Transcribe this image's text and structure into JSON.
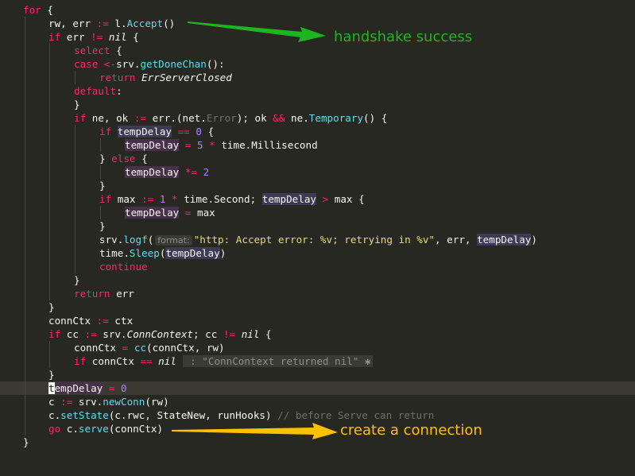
{
  "colors": {
    "background": "#272822",
    "keyword": "#f92672",
    "function": "#66d9ef",
    "number": "#ae81ff",
    "string": "#e6db74",
    "comment": "#75715e",
    "annotation_green": "#1fb51f",
    "annotation_yellow": "#ffc000"
  },
  "code": {
    "l1": {
      "kw": "for",
      "rest": " {"
    },
    "l2": {
      "a": "rw, err ",
      "op": ":=",
      "b": " l.",
      "fn": "Accept",
      "c": "()"
    },
    "l3": {
      "kw": "if",
      "a": " err ",
      "op": "!=",
      "nil": "nil",
      "b": " {"
    },
    "l4": {
      "kw": "select",
      "b": " {"
    },
    "l5": {
      "kw": "case",
      "op": " <-",
      "a": "srv.",
      "fn": "getDoneChan",
      "b": "():"
    },
    "l6": {
      "kw": "return",
      "a": " ",
      "it": "ErrServerClosed"
    },
    "l7": {
      "kw": "default",
      "b": ":"
    },
    "l8": {
      "a": "}"
    },
    "l9": {
      "kw": "if",
      "a": " ne, ok ",
      "op": ":=",
      "b": " err.(net.",
      "type": "Error",
      "c": "); ok ",
      "op2": "&&",
      "d": " ne.",
      "fn": "Temporary",
      "e": "() {"
    },
    "l10": {
      "kw": "if",
      "a": " ",
      "var": "tempDelay",
      "op": " == ",
      "num": "0",
      "b": " {"
    },
    "l11": {
      "var": "tempDelay",
      "op": " = ",
      "num": "5",
      "op2": " * ",
      "a": "time.Millisecond"
    },
    "l12": {
      "a": "} ",
      "kw": "else",
      "b": " {"
    },
    "l13": {
      "var": "tempDelay",
      "op": " *= ",
      "num": "2"
    },
    "l14": {
      "a": "}"
    },
    "l15": {
      "kw": "if",
      "a": " max ",
      "op": ":=",
      "num": " 1",
      "op2": " * ",
      "b": "time.Second; ",
      "var": "tempDelay",
      "op3": " > ",
      "c": "max {"
    },
    "l16": {
      "var": "tempDelay",
      "op": " = ",
      "a": "max"
    },
    "l17": {
      "a": "}"
    },
    "l18": {
      "a": "srv.",
      "fn": "logf",
      "b": "(",
      "hint": "format:",
      "str": "\"http: Accept error: %v; retrying in %v\"",
      "c": ", err, ",
      "var": "tempDelay",
      "d": ")"
    },
    "l19": {
      "a": "time.",
      "fn": "Sleep",
      "b": "(",
      "var": "tempDelay",
      "c": ")"
    },
    "l20": {
      "kw": "continue"
    },
    "l21": {
      "a": "}"
    },
    "l22": {
      "kw": "return",
      "a": " err"
    },
    "l23": {
      "a": "}"
    },
    "l24": {
      "a": "connCtx ",
      "op": ":=",
      "b": " ctx"
    },
    "l25": {
      "kw": "if",
      "a": " cc ",
      "op": ":=",
      "b": " srv.",
      "it": "ConnContext",
      "c": "; cc ",
      "op2": "!=",
      "nil": " nil",
      "d": " {"
    },
    "l26": {
      "a": "connCtx ",
      "op": "=",
      "b": " ",
      "fn": "cc",
      "c": "(connCtx, rw)"
    },
    "l27": {
      "kw": "if",
      "a": " connCtx ",
      "op": "==",
      "nil": " nil",
      "inlay": " : \"ConnContext returned nil\" ✱"
    },
    "l28": {
      "a": "}"
    },
    "l29": {
      "cursor": "t",
      "var": "empDelay",
      "op": " = ",
      "num": "0"
    },
    "l30": {
      "a": "c ",
      "op": ":=",
      "b": " srv.",
      "fn": "newConn",
      "c": "(rw)"
    },
    "l31": {
      "a": "c.",
      "fn": "setState",
      "b": "(c.rwc, StateNew, runHooks) ",
      "cm": "// before Serve can return"
    },
    "l32": {
      "kw": "go",
      "a": " c.",
      "fn": "serve",
      "b": "(connCtx)"
    },
    "l33": {
      "a": "}"
    }
  },
  "annotations": {
    "handshake": "handshake success",
    "connection": "create a connection"
  }
}
